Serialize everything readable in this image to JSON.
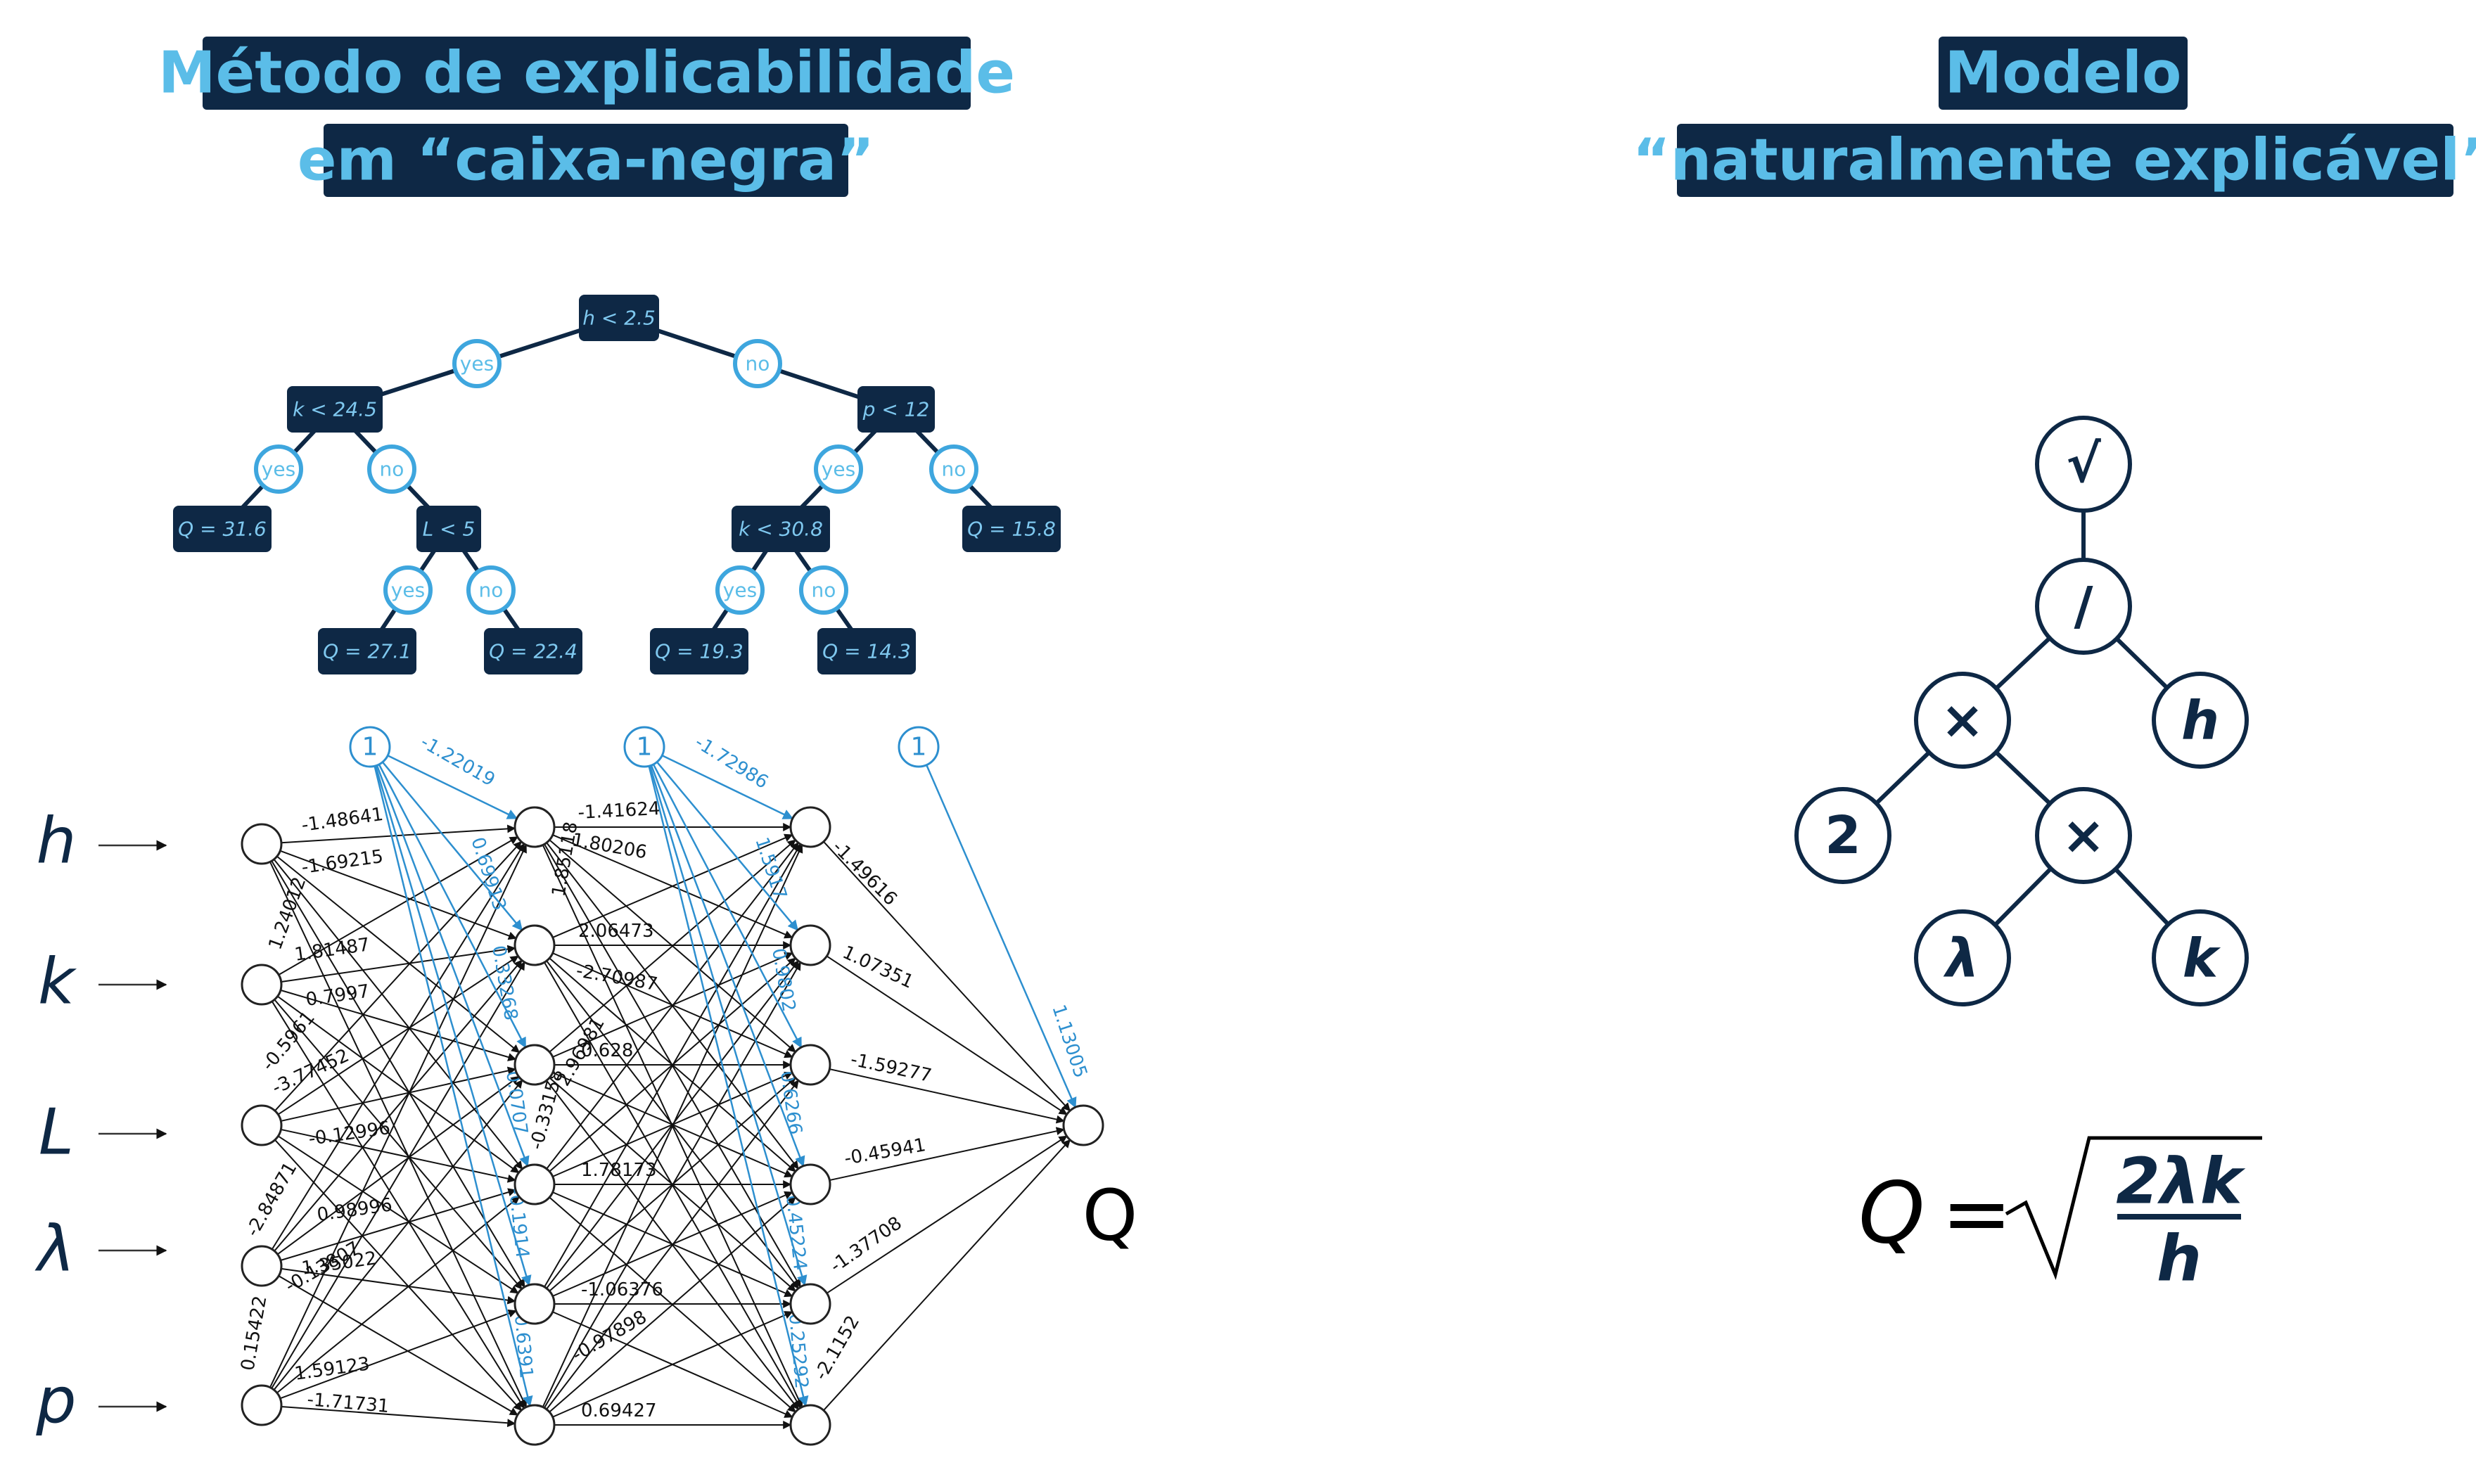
{
  "left_title": {
    "line1": "Método de explicabilidade",
    "line2": "em “caixa-negra”"
  },
  "right_title": {
    "line1": "Modelo",
    "line2": "“naturalmente explicável”"
  },
  "decision_tree": {
    "nodes": [
      {
        "id": "n0",
        "label": "h < 2.5"
      },
      {
        "id": "n1",
        "label": "k < 24.5"
      },
      {
        "id": "n2",
        "label": "p < 12"
      },
      {
        "id": "n3",
        "label": "Q = 31.6"
      },
      {
        "id": "n4",
        "label": "L < 5"
      },
      {
        "id": "n5",
        "label": "k < 30.8"
      },
      {
        "id": "n6",
        "label": "Q = 15.8"
      },
      {
        "id": "n7",
        "label": "Q = 27.1"
      },
      {
        "id": "n8",
        "label": "Q = 22.4"
      },
      {
        "id": "n9",
        "label": "Q = 19.3"
      },
      {
        "id": "n10",
        "label": "Q = 14.3"
      }
    ],
    "edges": [
      {
        "from": "n0",
        "to": "n1",
        "label": "yes"
      },
      {
        "from": "n0",
        "to": "n2",
        "label": "no"
      },
      {
        "from": "n1",
        "to": "n3",
        "label": "yes"
      },
      {
        "from": "n1",
        "to": "n4",
        "label": "no"
      },
      {
        "from": "n2",
        "to": "n5",
        "label": "yes"
      },
      {
        "from": "n2",
        "to": "n6",
        "label": "no"
      },
      {
        "from": "n4",
        "to": "n7",
        "label": "yes"
      },
      {
        "from": "n4",
        "to": "n8",
        "label": "no"
      },
      {
        "from": "n5",
        "to": "n9",
        "label": "yes"
      },
      {
        "from": "n5",
        "to": "n10",
        "label": "no"
      }
    ]
  },
  "neural_network": {
    "inputs": [
      "h",
      "k",
      "L",
      "λ",
      "p"
    ],
    "bias_label": "1",
    "output": "Q",
    "layer1_weights": [
      "-1.48641",
      "-1.69215",
      "1.81487",
      "0.7997",
      "-3.77452",
      "-0.12996",
      "0.98996",
      "1.35022",
      "1.59123",
      "-1.71731",
      "-0.5961",
      "-2.84871",
      "-0.13807",
      "1.24012",
      "0.15422"
    ],
    "layer2_weights": [
      "-1.41624",
      "1.80206",
      "2.06473",
      "-2.70987",
      "0.628",
      "1.78173",
      "-1.06376",
      "0.69427",
      "-0.97898",
      "-0.33158",
      "2.96981",
      "1.85118"
    ],
    "output_weights": [
      "-1.49616",
      "1.07351",
      "-1.59277",
      "-0.45941",
      "-1.37708",
      "-2.1152"
    ],
    "bias1_weights": [
      "-1.22019",
      "0.69913",
      "0.33268",
      "0.0707",
      "-0.1914",
      "0.6391"
    ],
    "bias2_weights": [
      "-1.72986",
      "1.5917",
      "0.9802",
      "0.6266",
      "0.45224",
      "0.25292"
    ],
    "bias_out_weight": "1.13005"
  },
  "expression_tree": {
    "nodes": [
      {
        "id": "sqrt",
        "label": "√"
      },
      {
        "id": "div",
        "label": "/"
      },
      {
        "id": "mul1",
        "label": "×"
      },
      {
        "id": "h",
        "label": "h"
      },
      {
        "id": "two",
        "label": "2"
      },
      {
        "id": "mul2",
        "label": "×"
      },
      {
        "id": "lambda",
        "label": "λ"
      },
      {
        "id": "k",
        "label": "k"
      }
    ],
    "edges": [
      [
        "sqrt",
        "div"
      ],
      [
        "div",
        "mul1"
      ],
      [
        "div",
        "h"
      ],
      [
        "mul1",
        "two"
      ],
      [
        "mul1",
        "mul2"
      ],
      [
        "mul2",
        "lambda"
      ],
      [
        "mul2",
        "k"
      ]
    ]
  },
  "equation": {
    "lhs": "Q",
    "equals": "=",
    "numerator": "2λk",
    "denominator": "h"
  }
}
